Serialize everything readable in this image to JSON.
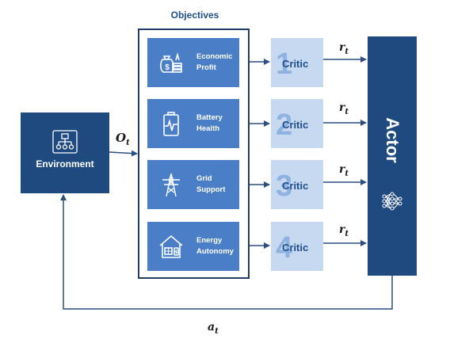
{
  "objectives_title": "Objectives",
  "objectives": [
    {
      "label": "Economic\nProfit",
      "icon": "money-bag-icon"
    },
    {
      "label": "Battery\nHealth",
      "icon": "battery-pulse-icon"
    },
    {
      "label": "Grid\nSupport",
      "icon": "transmission-tower-icon"
    },
    {
      "label": "Energy\nAutonomy",
      "icon": "house-solar-icon"
    }
  ],
  "critics": [
    {
      "label": "Critic",
      "number": "1"
    },
    {
      "label": "Critic",
      "number": "2"
    },
    {
      "label": "Critic",
      "number": "3"
    },
    {
      "label": "Critic",
      "number": "4"
    }
  ],
  "environment": {
    "label": "Environment",
    "icon": "network-icon"
  },
  "actor": {
    "label": "Actor",
    "icon": "neural-network-icon"
  },
  "observation": {
    "symbol": "O",
    "subscript": "t"
  },
  "reward": {
    "symbol": "r",
    "subscript": "t"
  },
  "action": {
    "symbol": "a",
    "subscript": "t"
  },
  "colors": {
    "dark_blue": "#1f4a80",
    "objective_blue": "#4a7fc8",
    "critic_light": "#c6d9f0",
    "critic_number": "#8fb2e0",
    "arrow": "#2a4f80"
  }
}
